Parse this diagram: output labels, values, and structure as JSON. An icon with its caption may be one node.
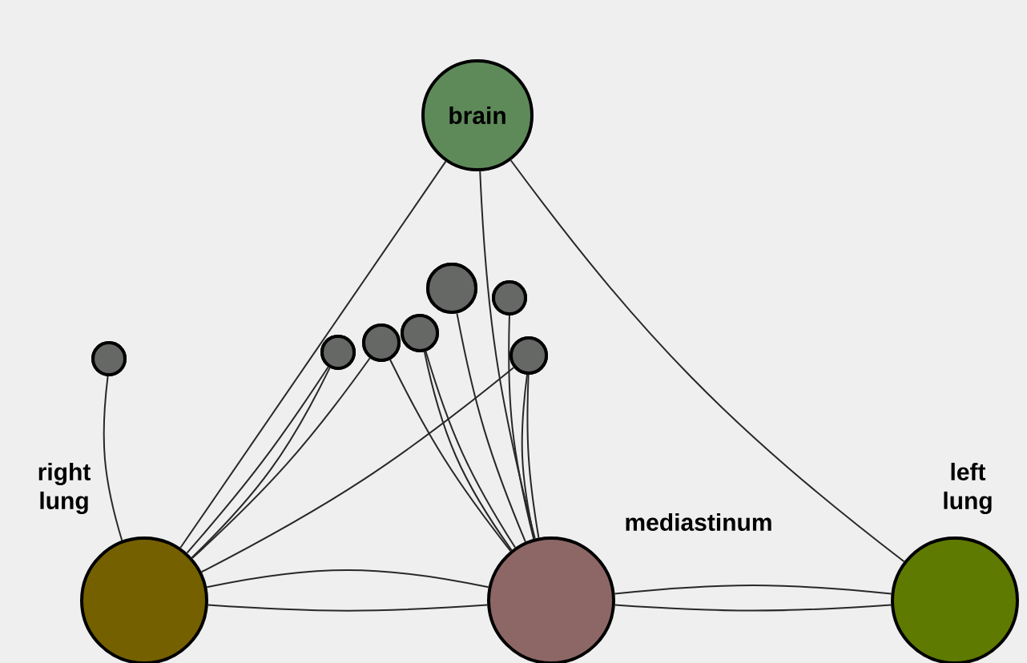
{
  "diagram": {
    "nodes": [
      {
        "text": [
          "brain"
        ]
      },
      {
        "text": [
          "right lung"
        ]
      },
      {
        "text": [
          "mediastinum"
        ]
      },
      {
        "text": [
          "left lung"
        ]
      },
      {
        "text": [],
        "shape": "circle"
      },
      {
        "text": [],
        "shape": "circle"
      },
      {
        "text": [],
        "shape": "circle"
      },
      {
        "text": [],
        "shape": "circle"
      },
      {
        "text": [],
        "shape": "circle"
      },
      {
        "text": [],
        "shape": "circle"
      },
      {
        "text": [],
        "shape": "circle"
      }
    ],
    "edges": [
      {
        "from": 0,
        "to": 1,
        "arrow": "none"
      },
      {
        "from": 0,
        "to": 2,
        "arrow": "none"
      },
      {
        "from": 0,
        "to": 3,
        "arrow": "none"
      },
      {
        "from": 1,
        "to": 2,
        "arrow": "none"
      },
      {
        "from": 1,
        "to": 2,
        "arrow": "none"
      },
      {
        "from": 2,
        "to": 3,
        "arrow": "none"
      },
      {
        "from": 2,
        "to": 3,
        "arrow": "none"
      },
      {
        "from": 4,
        "to": 1,
        "arrow": "none"
      },
      {
        "from": 5,
        "to": 1,
        "arrow": "none"
      },
      {
        "from": 5,
        "to": 1,
        "arrow": "none"
      },
      {
        "from": 6,
        "to": 1,
        "arrow": "none"
      },
      {
        "from": 10,
        "to": 1,
        "arrow": "none"
      },
      {
        "from": 6,
        "to": 2,
        "arrow": "none"
      },
      {
        "from": 7,
        "to": 2,
        "arrow": "none"
      },
      {
        "from": 8,
        "to": 2,
        "arrow": "none"
      },
      {
        "from": 8,
        "to": 2,
        "arrow": "none"
      },
      {
        "from": 9,
        "to": 2,
        "arrow": "none"
      },
      {
        "from": 10,
        "to": 2,
        "arrow": "none"
      },
      {
        "from": 10,
        "to": 2,
        "arrow": "none"
      }
    ]
  }
}
